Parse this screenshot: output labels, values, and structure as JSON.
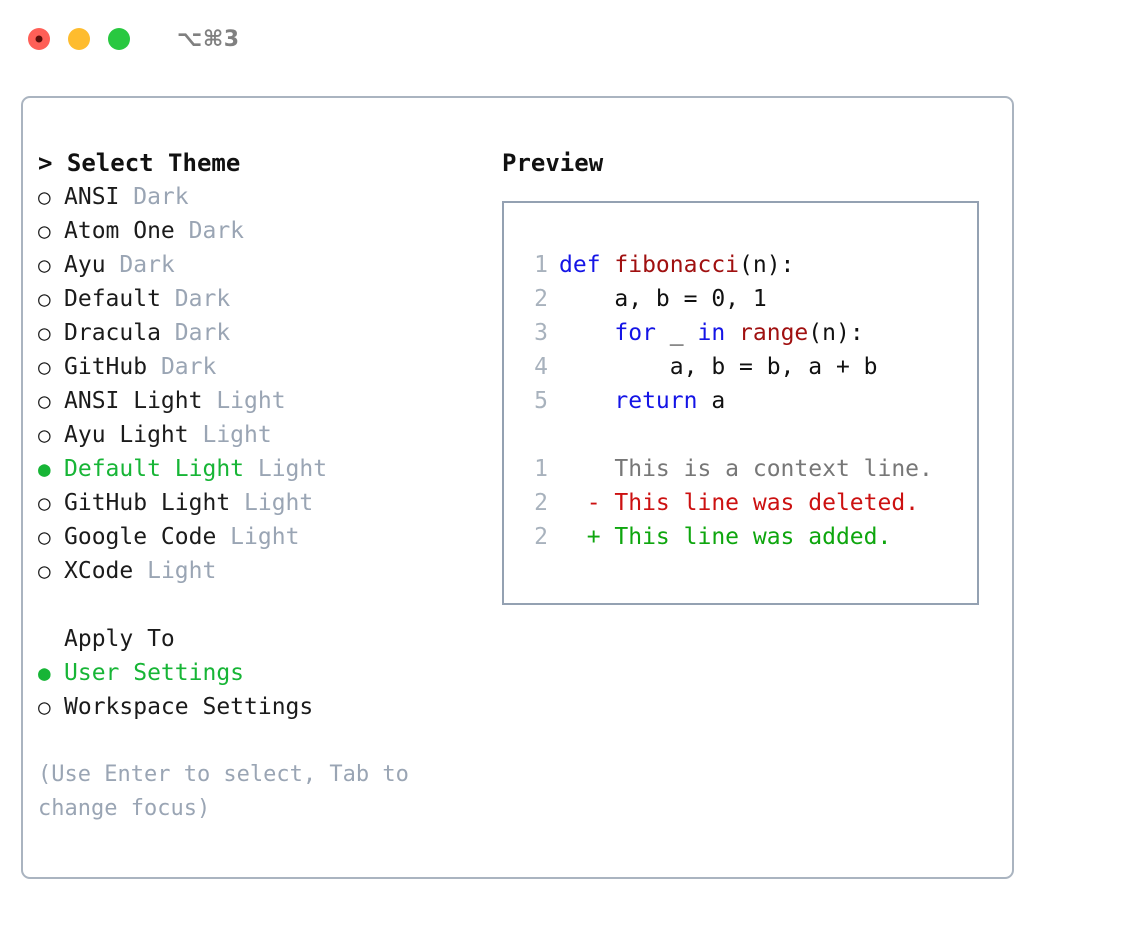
{
  "titlebar": {
    "lights": [
      {
        "name": "close",
        "color": "#ff5f57"
      },
      {
        "name": "minimize",
        "color": "#febc2e"
      },
      {
        "name": "zoom",
        "color": "#28c840"
      }
    ],
    "shortcut": "⌥⌘3"
  },
  "theme_panel": {
    "header": "Select Theme",
    "caret": ">",
    "marker_selected": "●",
    "marker_unselected": "○",
    "items": [
      {
        "label": "ANSI",
        "suffix": "Dark",
        "selected": false
      },
      {
        "label": "Atom One",
        "suffix": "Dark",
        "selected": false
      },
      {
        "label": "Ayu",
        "suffix": "Dark",
        "selected": false
      },
      {
        "label": "Default",
        "suffix": "Dark",
        "selected": false
      },
      {
        "label": "Dracula",
        "suffix": "Dark",
        "selected": false
      },
      {
        "label": "GitHub",
        "suffix": "Dark",
        "selected": false
      },
      {
        "label": "ANSI Light",
        "suffix": "Light",
        "selected": false
      },
      {
        "label": "Ayu Light",
        "suffix": "Light",
        "selected": false
      },
      {
        "label": "Default Light",
        "suffix": "Light",
        "selected": true
      },
      {
        "label": "GitHub Light",
        "suffix": "Light",
        "selected": false
      },
      {
        "label": "Google Code",
        "suffix": "Light",
        "selected": false
      },
      {
        "label": "XCode",
        "suffix": "Light",
        "selected": false
      }
    ]
  },
  "apply_to": {
    "header": "Apply To",
    "items": [
      {
        "label": "User Settings",
        "selected": true
      },
      {
        "label": "Workspace Settings",
        "selected": false
      }
    ]
  },
  "hint": "(Use Enter to select, Tab to change focus)",
  "preview": {
    "header": "Preview",
    "code_lines": [
      {
        "num": "1",
        "tokens": [
          {
            "t": "def ",
            "c": "kw"
          },
          {
            "t": "fibonacci",
            "c": "fn"
          },
          {
            "t": "(n):",
            "c": "code-text"
          }
        ]
      },
      {
        "num": "2",
        "tokens": [
          {
            "t": "    a, b = 0, 1",
            "c": "code-text"
          }
        ]
      },
      {
        "num": "3",
        "tokens": [
          {
            "t": "    ",
            "c": "code-text"
          },
          {
            "t": "for",
            "c": "kw"
          },
          {
            "t": " _ ",
            "c": "code-text"
          },
          {
            "t": "in",
            "c": "kw"
          },
          {
            "t": " ",
            "c": "code-text"
          },
          {
            "t": "range",
            "c": "fn"
          },
          {
            "t": "(n):",
            "c": "code-text"
          }
        ]
      },
      {
        "num": "4",
        "tokens": [
          {
            "t": "        a, b = b, a + b",
            "c": "code-text"
          }
        ]
      },
      {
        "num": "5",
        "tokens": [
          {
            "t": "    ",
            "c": "code-text"
          },
          {
            "t": "return",
            "c": "kw"
          },
          {
            "t": " a",
            "c": "code-text"
          }
        ]
      }
    ],
    "diff_lines": [
      {
        "num": "1",
        "marker": " ",
        "text": "This is a context line.",
        "kind": "ctx"
      },
      {
        "num": "2",
        "marker": "-",
        "text": "This line was deleted.",
        "kind": "del"
      },
      {
        "num": "2",
        "marker": "+",
        "text": "This line was added.",
        "kind": "add"
      }
    ]
  },
  "colors": {
    "accent_green": "#17b536",
    "muted": "#9aa5b4",
    "keyword": "#1414e6",
    "function": "#a01010",
    "deleted": "#cc1111",
    "added": "#0ea60e",
    "border": "#aab4c0"
  }
}
